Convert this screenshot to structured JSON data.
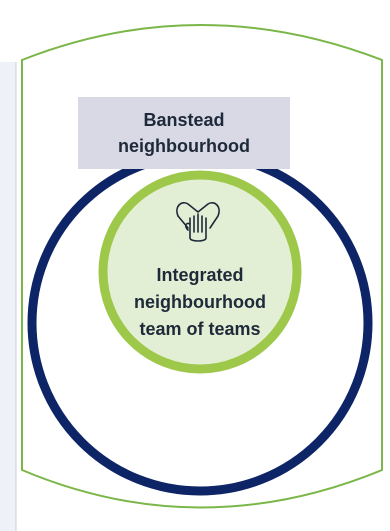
{
  "outer_label": {
    "line1": "Banstead",
    "line2": "neighbourhood"
  },
  "inner_label": {
    "line1": "Integrated",
    "line2": "neighbourhood",
    "line3": "team of teams"
  },
  "icons": {
    "center": "hands-together-icon"
  },
  "colors": {
    "cylinder_outline": "#7ab648",
    "side_panel": "#eef1f8",
    "label_box": "#d9d9e6",
    "navy_ring": "#0d2466",
    "green_ring": "#9dc84a",
    "inner_fill": "#e3efd4",
    "text": "#1e2a3a"
  }
}
